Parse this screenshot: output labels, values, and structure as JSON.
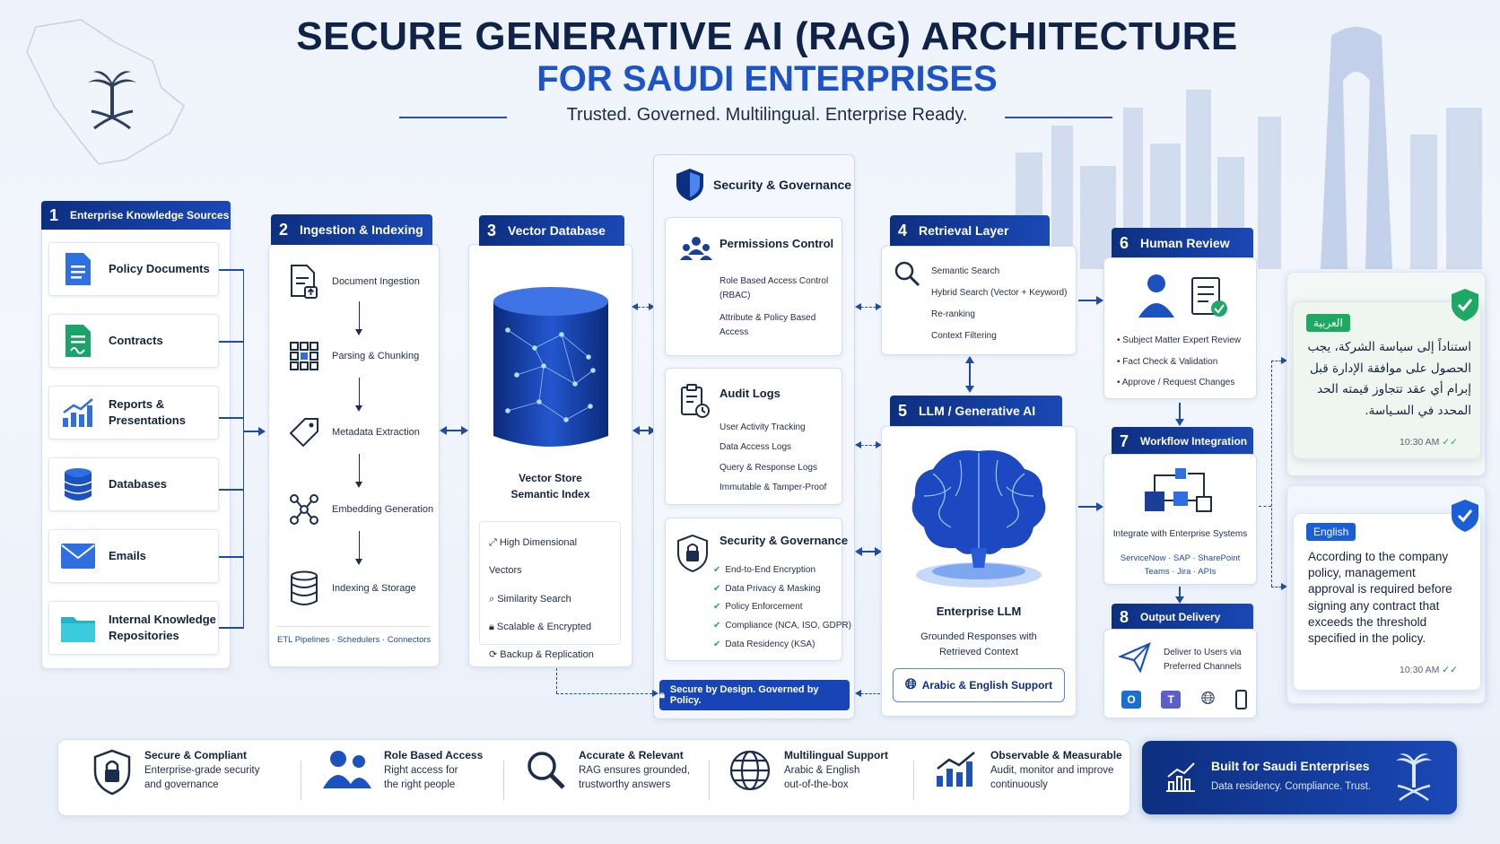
{
  "header": {
    "title_line1": "SECURE GENERATIVE AI (RAG) ARCHITECTURE",
    "title_line2": "FOR SAUDI ENTERPRISES",
    "tagline": "Trusted. Governed. Multilingual. Enterprise Ready."
  },
  "sources": {
    "num": "1",
    "title": "Enterprise Knowledge Sources",
    "items": [
      {
        "label": "Policy Documents",
        "icon": "document-icon"
      },
      {
        "label": "Contracts",
        "icon": "contract-icon"
      },
      {
        "label": "Reports &",
        "label2": "Presentations",
        "icon": "chart-icon"
      },
      {
        "label": "Databases",
        "icon": "database-icon"
      },
      {
        "label": "Emails",
        "icon": "email-icon"
      },
      {
        "label": "Internal Knowledge",
        "label2": "Repositories",
        "icon": "folder-icon"
      }
    ]
  },
  "ingestion": {
    "num": "2",
    "title": "Ingestion & Indexing",
    "steps": [
      "Document Ingestion",
      "Parsing & Chunking",
      "Metadata Extraction",
      "Embedding Generation",
      "Indexing & Storage"
    ],
    "footer": [
      "ETL Pipelines",
      "Schedulers",
      "Connectors"
    ]
  },
  "vector": {
    "num": "3",
    "title": "Vector Database",
    "store_line1": "Vector Store",
    "store_line2": "Semantic Index",
    "features": [
      "High Dimensional Vectors",
      "Similarity Search",
      "Scalable & Encrypted",
      "Backup & Replication"
    ]
  },
  "governance": {
    "title": "Security & Governance",
    "permissions": {
      "title": "Permissions Control",
      "items": [
        "Role Based Access Control",
        "(RBAC)",
        "Attribute & Policy Based",
        "Access"
      ]
    },
    "audit": {
      "title": "Audit Logs",
      "items": [
        "User Activity Tracking",
        "Data Access Logs",
        "Query & Response Logs",
        "Immutable & Tamper-Proof"
      ]
    },
    "security": {
      "title": "Security & Governance",
      "items": [
        "End-to-End Encryption",
        "Data Privacy & Masking",
        "Policy Enforcement",
        "Compliance (NCA, ISO, GDPR)",
        "Data Residency (KSA)"
      ]
    },
    "banner": "Secure by Design. Governed by Policy."
  },
  "retrieval": {
    "num": "4",
    "title": "Retrieval Layer",
    "items": [
      "Semantic Search",
      "Hybrid Search (Vector + Keyword)",
      "Re-ranking",
      "Context Filtering"
    ]
  },
  "llm": {
    "num": "5",
    "title": "LLM / Generative AI",
    "name": "Enterprise LLM",
    "desc1": "Grounded Responses with",
    "desc2": "Retrieved Context",
    "support": "Arabic & English Support"
  },
  "review": {
    "num": "6",
    "title": "Human Review",
    "items": [
      "Subject Matter Expert Review",
      "Fact Check & Validation",
      "Approve / Request Changes"
    ]
  },
  "workflow": {
    "num": "7",
    "title": "Workflow Integration",
    "desc": "Integrate with Enterprise Systems",
    "systems_row1": [
      "ServiceNow",
      "SAP",
      "SharePoint"
    ],
    "systems_row2": [
      "Teams",
      "Jira",
      "APIs"
    ]
  },
  "output": {
    "num": "8",
    "title": "Output Delivery",
    "desc1": "Deliver to Users via",
    "desc2": "Preferred Channels"
  },
  "chat_ar": {
    "badge": "العربية",
    "lines": [
      "استناداً إلى سياسة الشركة، يجب",
      "الحصول على موافقة الإدارة قبل",
      "إبرام أي عقد تتجاوز قيمته الحد",
      "المحدد في السـياسة."
    ],
    "time": "10:30 AM"
  },
  "chat_en": {
    "badge": "English",
    "lines": [
      "According to the company",
      "policy, management",
      "approval is required before",
      "signing any contract that",
      "exceeds the threshold",
      "specified in the policy."
    ],
    "time": "10:30 AM"
  },
  "features": [
    {
      "title": "Secure & Compliant",
      "d1": "Enterprise-grade security",
      "d2": "and governance",
      "icon": "shield-lock-icon"
    },
    {
      "title": "Role Based Access",
      "d1": "Right access for",
      "d2": "the right people",
      "icon": "users-icon"
    },
    {
      "title": "Accurate & Relevant",
      "d1": "RAG ensures grounded,",
      "d2": "trustworthy answers",
      "icon": "search-icon"
    },
    {
      "title": "Multilingual Support",
      "d1": "Arabic & English",
      "d2": "out-of-the-box",
      "icon": "globe-icon"
    },
    {
      "title": "Observable & Measurable",
      "d1": "Audit, monitor and improve",
      "d2": "continuously",
      "icon": "bar-chart-icon"
    }
  ],
  "built": {
    "title": "Built for Saudi Enterprises",
    "desc": "Data residency. Compliance. Trust."
  },
  "colors": {
    "navy": "#0d2f80",
    "accent": "#1c54c8",
    "green": "#1fa864"
  }
}
